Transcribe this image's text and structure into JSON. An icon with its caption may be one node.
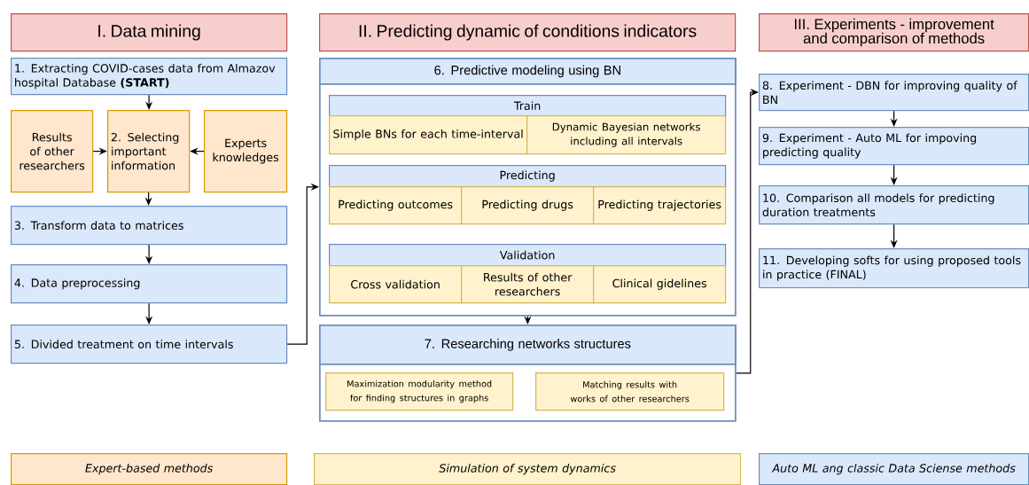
{
  "diagram": {
    "nodes": [
      {
        "text": [
          "I. Data mining"
        ]
      },
      {
        "text": [
          "II. Predicting dynamic of conditions indicators"
        ]
      },
      {
        "text": [
          "III. Experiments - improvement and comparison of methods"
        ]
      },
      {
        "text": [
          "1. Extracting COVID-cases data from Almazov hospital Database **(START)**"
        ]
      },
      {
        "text": [
          "Results of other researchers"
        ]
      },
      {
        "text": [
          "2. Selecting important information"
        ]
      },
      {
        "text": [
          "Experts knowledges"
        ]
      },
      {
        "text": [
          "3. Transform data to matrices"
        ]
      },
      {
        "text": [
          "4. Data preprocessing"
        ]
      },
      {
        "text": [
          "5. Divided treatment on time intervals"
        ]
      },
      {
        "text": [
          "6. Predictive modeling using BN"
        ]
      },
      {
        "text": [
          "Train"
        ],
        "in": 10
      },
      {
        "text": [
          "Simple BNs for each time-interval"
        ],
        "in": 10
      },
      {
        "text": [
          "Dynamic Bayesian networks including all intervals"
        ],
        "in": 10
      },
      {
        "text": [
          "Predicting"
        ],
        "in": 10
      },
      {
        "text": [
          "Predicting outcomes"
        ],
        "in": 10
      },
      {
        "text": [
          "Predicting drugs"
        ],
        "in": 10
      },
      {
        "text": [
          "Predicting trajectories"
        ],
        "in": 10
      },
      {
        "text": [
          "Validation"
        ],
        "in": 10
      },
      {
        "text": [
          "Cross validation"
        ],
        "in": 10
      },
      {
        "text": [
          "Results of other researchers"
        ],
        "in": 10
      },
      {
        "text": [
          "Clinical gidelines"
        ],
        "in": 10
      },
      {
        "text": [
          "7. Researching networks structures"
        ]
      },
      {
        "text": [
          "Maximization modularity method for finding structures in graphs"
        ],
        "in": 22
      },
      {
        "text": [
          "Matching results with works of other researchers"
        ],
        "in": 22
      },
      {
        "text": [
          "8. Experiment - DBN for improving quality of BN"
        ]
      },
      {
        "text": [
          "9. Experiment - Auto ML for impoving predicting quality"
        ]
      },
      {
        "text": [
          "10. Comparison all models for predicting duration treatments"
        ]
      },
      {
        "text": [
          "11. Developing softs for using proposed tools in practice (FINAL)"
        ]
      },
      {
        "text": [
          "Expert-based methods"
        ]
      },
      {
        "text": [
          "Simulation of system dynamics"
        ]
      },
      {
        "text": [
          "Auto ML ang classic Data Sciense methods"
        ]
      }
    ],
    "edges": [
      {
        "from": 3,
        "to": 5,
        "arrow": "to"
      },
      {
        "from": 4,
        "to": 5,
        "arrow": "to"
      },
      {
        "from": 6,
        "to": 5,
        "arrow": "to"
      },
      {
        "from": 5,
        "to": 7,
        "arrow": "to"
      },
      {
        "from": 7,
        "to": 8,
        "arrow": "to"
      },
      {
        "from": 8,
        "to": 9,
        "arrow": "to"
      },
      {
        "from": 9,
        "to": 10,
        "arrow": "to"
      },
      {
        "from": 10,
        "to": 22,
        "arrow": "to"
      },
      {
        "from": 22,
        "to": 25,
        "arrow": "to"
      },
      {
        "from": 25,
        "to": 26,
        "arrow": "to"
      },
      {
        "from": 26,
        "to": 27,
        "arrow": "to"
      },
      {
        "from": 27,
        "to": 28,
        "arrow": "to"
      }
    ]
  }
}
